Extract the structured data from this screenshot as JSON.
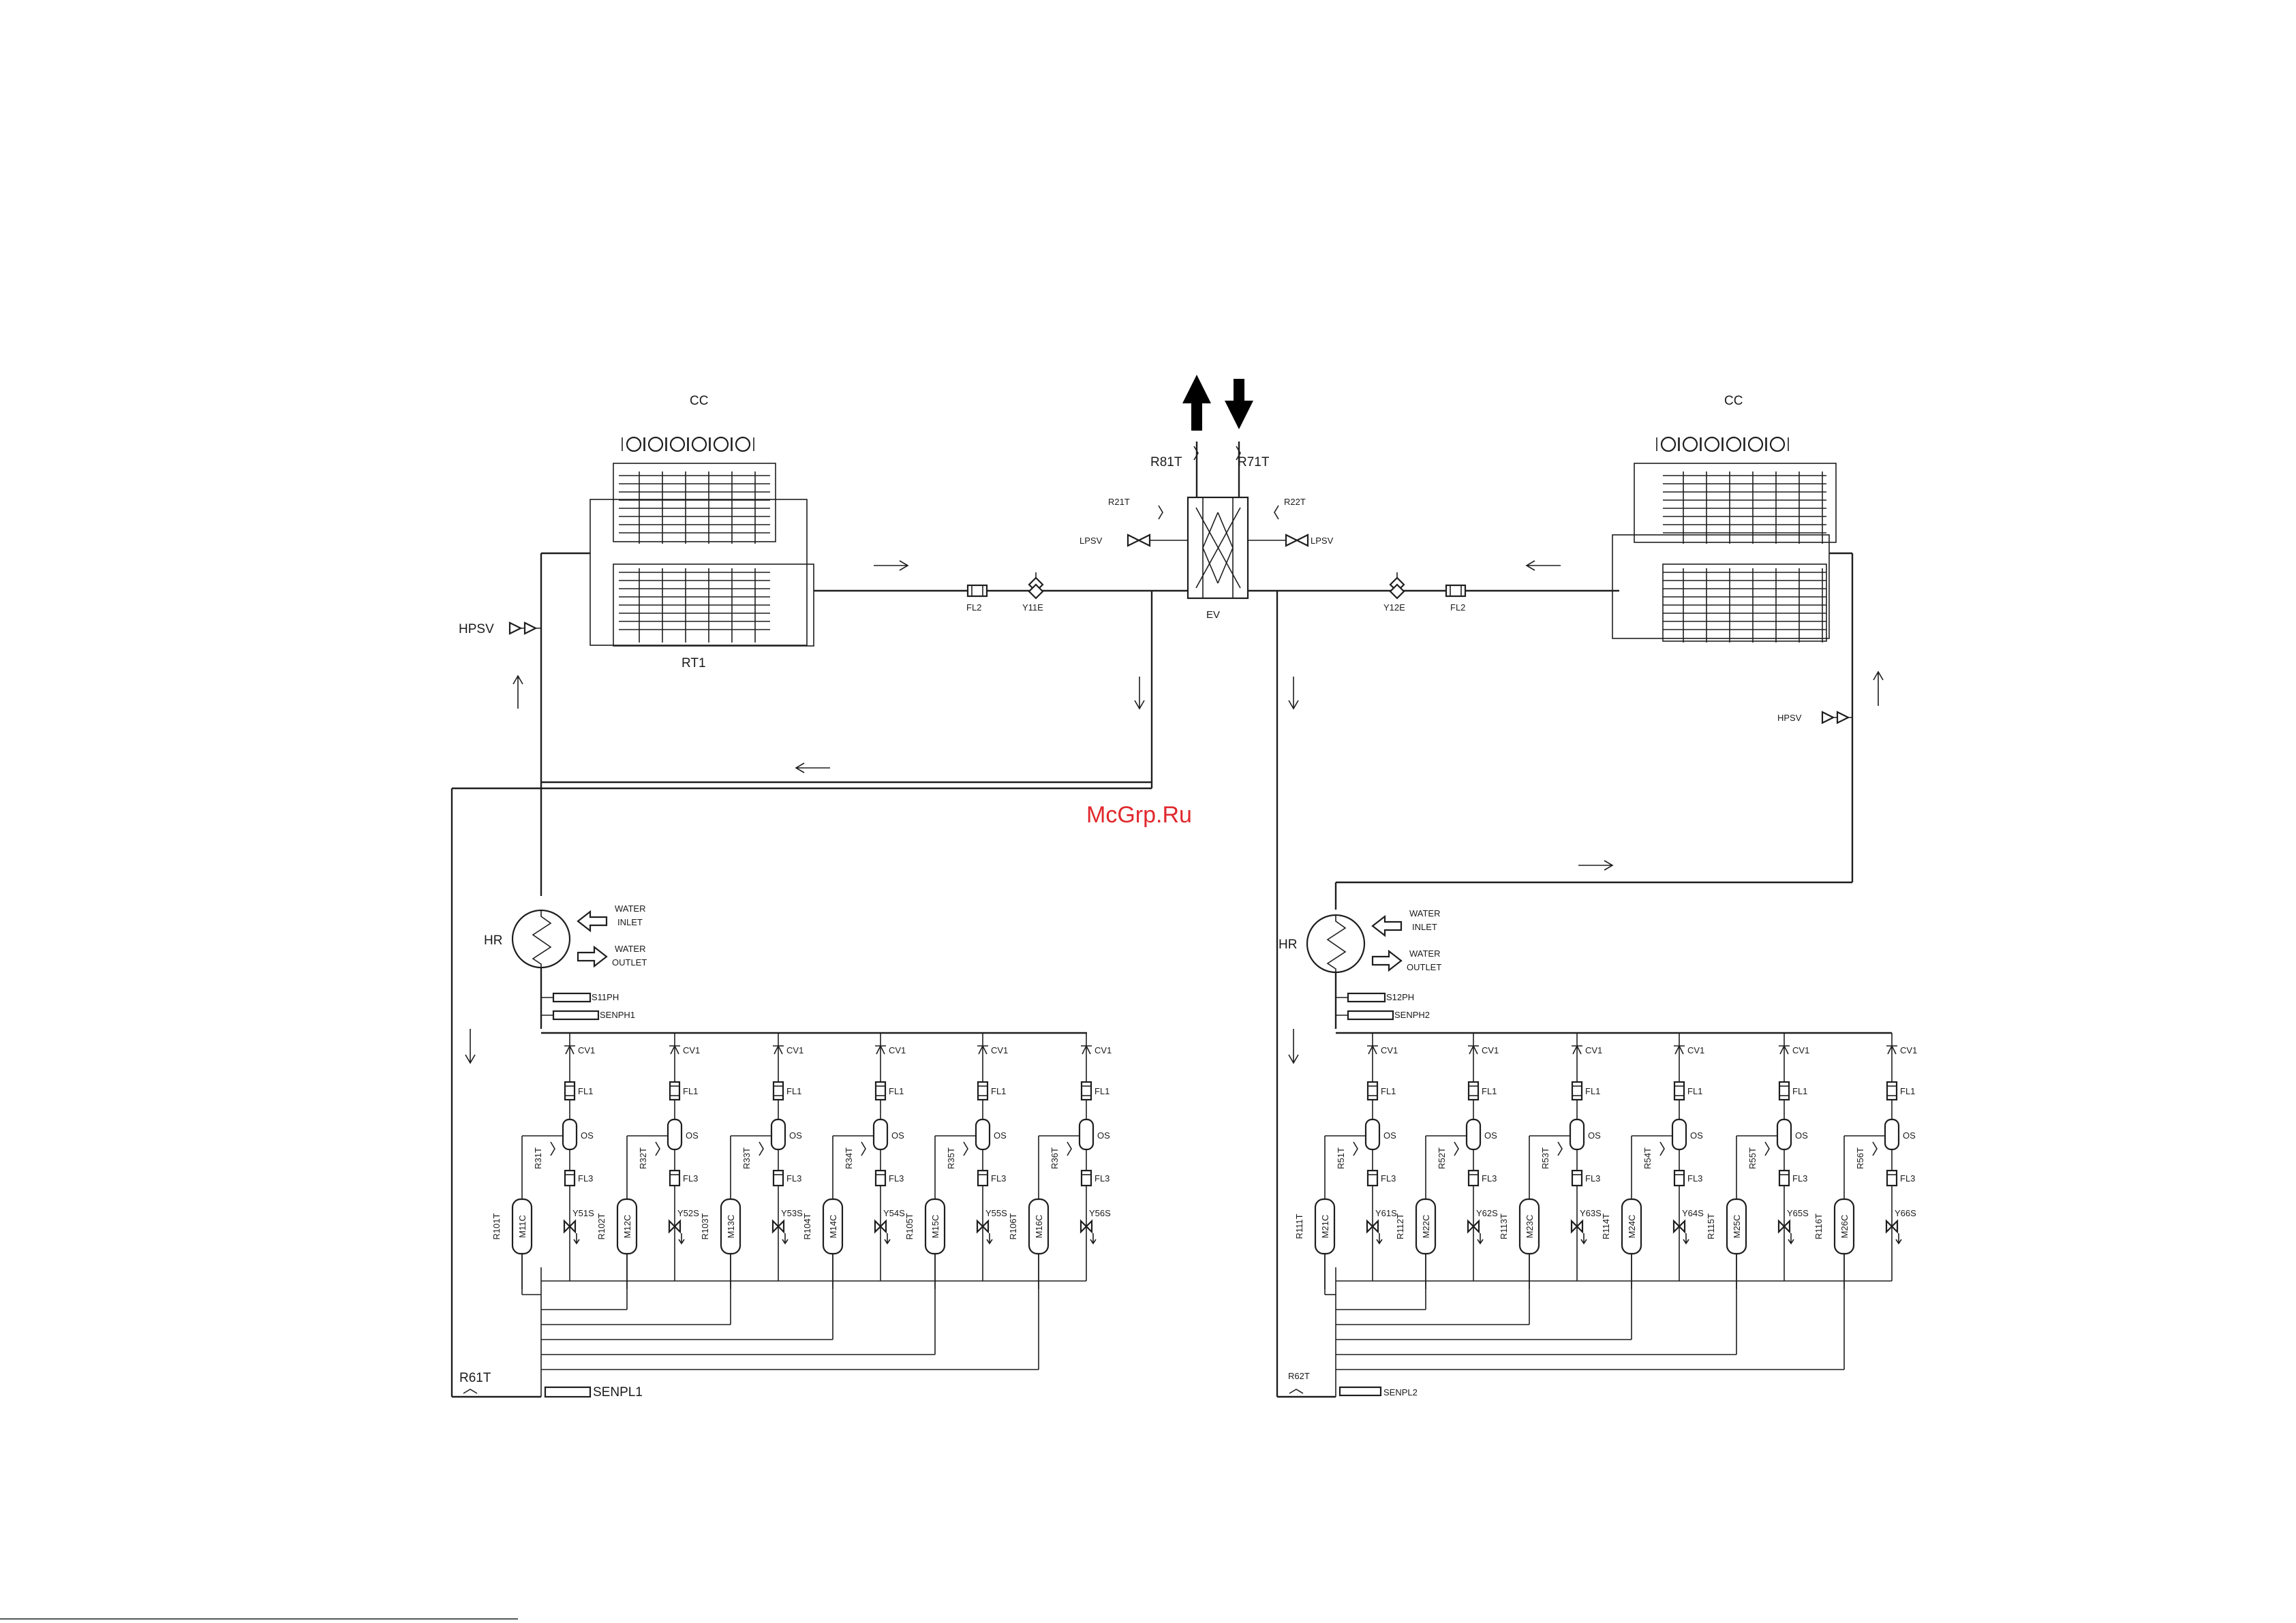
{
  "watermark": "McGrp.Ru",
  "left_circuit": {
    "coil_label": "CC",
    "coil_name": "RT1",
    "hpsv": "HPSV",
    "fl2": "FL2",
    "exp_valve": "Y11E",
    "hr": "HR",
    "water_inlet": [
      "WATER",
      "INLET"
    ],
    "water_outlet": [
      "WATER",
      "OUTLET"
    ],
    "s_ph": "S11PH",
    "senph": "SENPH1",
    "senpl": "SENPL1",
    "suction_temp": "R61T",
    "compressors": [
      {
        "m": "M11C",
        "rt": "R31T",
        "rd": "R101T",
        "y": "Y51S"
      },
      {
        "m": "M12C",
        "rt": "R32T",
        "rd": "R102T",
        "y": "Y52S"
      },
      {
        "m": "M13C",
        "rt": "R33T",
        "rd": "R103T",
        "y": "Y53S"
      },
      {
        "m": "M14C",
        "rt": "R34T",
        "rd": "R104T",
        "y": "Y54S"
      },
      {
        "m": "M15C",
        "rt": "R35T",
        "rd": "R105T",
        "y": "Y55S"
      },
      {
        "m": "M16C",
        "rt": "R36T",
        "rd": "R106T",
        "y": "Y56S"
      }
    ]
  },
  "right_circuit": {
    "coil_label": "CC",
    "hpsv": "HPSV",
    "fl2": "FL2",
    "exp_valve": "Y12E",
    "hr": "HR",
    "water_inlet": [
      "WATER",
      "INLET"
    ],
    "water_outlet": [
      "WATER",
      "OUTLET"
    ],
    "s_ph": "S12PH",
    "senph": "SENPH2",
    "senpl": "SENPL2",
    "suction_temp": "R62T",
    "compressors": [
      {
        "m": "M21C",
        "rt": "R51T",
        "rd": "R111T",
        "y": "Y61S"
      },
      {
        "m": "M22C",
        "rt": "R52T",
        "rd": "R112T",
        "y": "Y62S"
      },
      {
        "m": "M23C",
        "rt": "R53T",
        "rd": "R113T",
        "y": "Y63S"
      },
      {
        "m": "M24C",
        "rt": "R54T",
        "rd": "R114T",
        "y": "Y64S"
      },
      {
        "m": "M25C",
        "rt": "R55T",
        "rd": "R115T",
        "y": "Y65S"
      },
      {
        "m": "M26C",
        "rt": "R56T",
        "rd": "R116T",
        "y": "Y66S"
      }
    ]
  },
  "evaporator": {
    "label": "EV",
    "outlet_temp": "R81T",
    "inlet_temp": "R71T",
    "temp_left": "R21T",
    "temp_right": "R22T",
    "lpsv_left": "LPSV",
    "lpsv_right": "LPSV"
  },
  "component_labels": {
    "check_valve": "CV1",
    "filter1": "FL1",
    "oil_separator": "OS",
    "filter3": "FL3"
  },
  "colors": {
    "line": "#1e1e1e",
    "watermark": "#e0282d",
    "background": "#ffffff"
  }
}
